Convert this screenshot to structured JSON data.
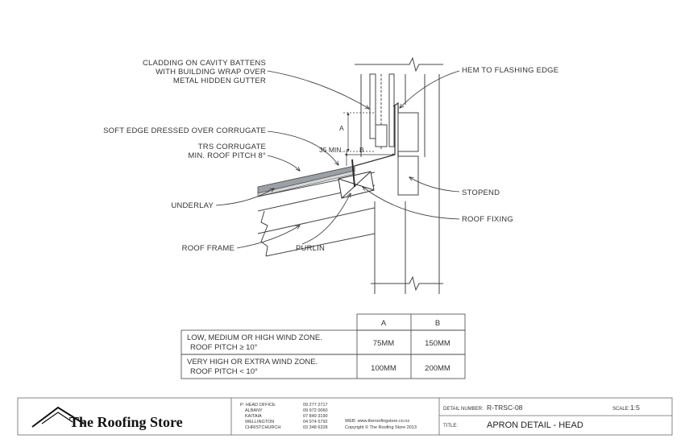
{
  "labels": {
    "cladding": [
      "CLADDING ON CAVITY BATTENS",
      "WITH BUILDING WRAP OVER",
      "METAL HIDDEN GUTTER"
    ],
    "soft_edge": "SOFT EDGE DRESSED OVER CORRUGATE",
    "trs": [
      "TRS CORRUGATE",
      "MIN. ROOF PITCH 8°"
    ],
    "underlay": "UNDERLAY",
    "roof_frame": "ROOF FRAME",
    "purlin": "PURLIN",
    "hem": "HEM TO FLASHING EDGE",
    "stopend": "STOPEND",
    "roof_fixing": "ROOF FIXING",
    "dim_35": "35 MIN.",
    "dim_a": "A",
    "dim_b": "B"
  },
  "table": {
    "headers": [
      "",
      "A",
      "B"
    ],
    "rows": [
      {
        "condition": [
          "LOW, MEDIUM OR HIGH WIND ZONE.",
          "ROOF PITCH ≥ 10°"
        ],
        "a": "75MM",
        "b": "150MM"
      },
      {
        "condition": [
          "VERY HIGH OR EXTRA WIND ZONE.",
          "ROOF PITCH < 10°"
        ],
        "a": "100MM",
        "b": "200MM"
      }
    ]
  },
  "title_block": {
    "company": "The Roofing Store",
    "offices": [
      {
        "name": "P: HEAD OFFICE",
        "phone": "09 277 2717"
      },
      {
        "name": "ALBANY",
        "phone": "09 972 0060"
      },
      {
        "name": "KAITAIA",
        "phone": "07 849 3190"
      },
      {
        "name": "WELLINGTON",
        "phone": "04 974 5792"
      },
      {
        "name": "CHRISTCHURCH",
        "phone": "03 348 6328"
      }
    ],
    "web": "WEB: www.theroofingstore.co.nz",
    "copyright": "Copyright © The Roofing Store 2013",
    "detail_number_label": "DETAIL NUMBER:",
    "detail_number": "R-TRSC-08",
    "scale_label": "SCALE:",
    "scale": "1:5",
    "title_label": "TITLE:",
    "title": "APRON DETAIL - HEAD"
  }
}
